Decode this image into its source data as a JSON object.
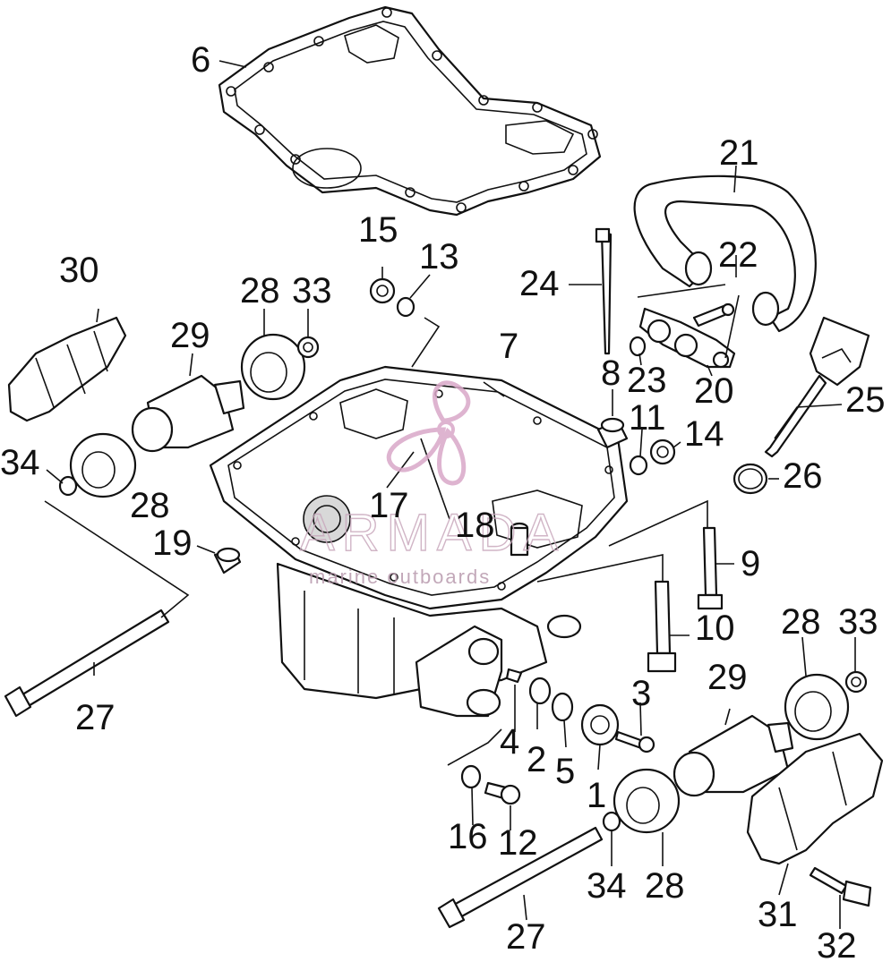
{
  "diagram": {
    "labels": {
      "l1": "1",
      "l2": "2",
      "l3": "3",
      "l4": "4",
      "l5": "5",
      "l6": "6",
      "l7": "7",
      "l8": "8",
      "l9": "9",
      "l10": "10",
      "l11": "11",
      "l12": "12",
      "l13": "13",
      "l14": "14",
      "l15": "15",
      "l16": "16",
      "l17": "17",
      "l18": "18",
      "l19": "19",
      "l20": "20",
      "l21": "21",
      "l22": "22",
      "l23": "23",
      "l24": "24",
      "l25": "25",
      "l26": "26",
      "l27a": "27",
      "l27b": "27",
      "l28a": "28",
      "l28b": "28",
      "l28c": "28",
      "l28d": "28",
      "l29a": "29",
      "l29b": "29",
      "l30": "30",
      "l31": "31",
      "l32": "32",
      "l33a": "33",
      "l33b": "33",
      "l34a": "34",
      "l34b": "34"
    },
    "watermark": {
      "brand": "ARMADA",
      "tagline": "marine outboards",
      "color": "#d9a8c8"
    }
  }
}
